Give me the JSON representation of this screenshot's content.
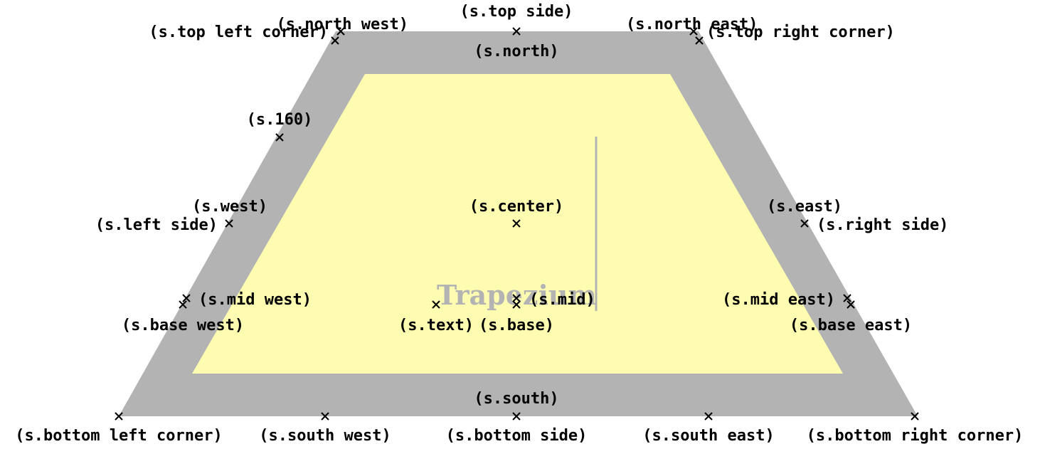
{
  "shape": {
    "text": "Trapezium",
    "outer_color": "#b3b3b3",
    "inner_color": "#fefcb0",
    "text_color": "#b3b3b3"
  },
  "anchors": {
    "top_side": "(s.top side)",
    "north_west": "(s.north west)",
    "north_east": "(s.north east)",
    "top_left_corner": "(s.top left corner)",
    "top_right_corner": "(s.top right corner)",
    "north": "(s.north)",
    "angle_160": "(s.160)",
    "west": "(s.west)",
    "left_side": "(s.left side)",
    "center": "(s.center)",
    "east": "(s.east)",
    "right_side": "(s.right side)",
    "mid_west": "(s.mid west)",
    "mid": "(s.mid)",
    "mid_east": "(s.mid east)",
    "base_west": "(s.base west)",
    "text": "(s.text)",
    "base": "(s.base)",
    "base_east": "(s.base east)",
    "south": "(s.south)",
    "bottom_left_corner": "(s.bottom left corner)",
    "south_west": "(s.south west)",
    "bottom_side": "(s.bottom side)",
    "south_east": "(s.south east)",
    "bottom_right_corner": "(s.bottom right corner)"
  }
}
